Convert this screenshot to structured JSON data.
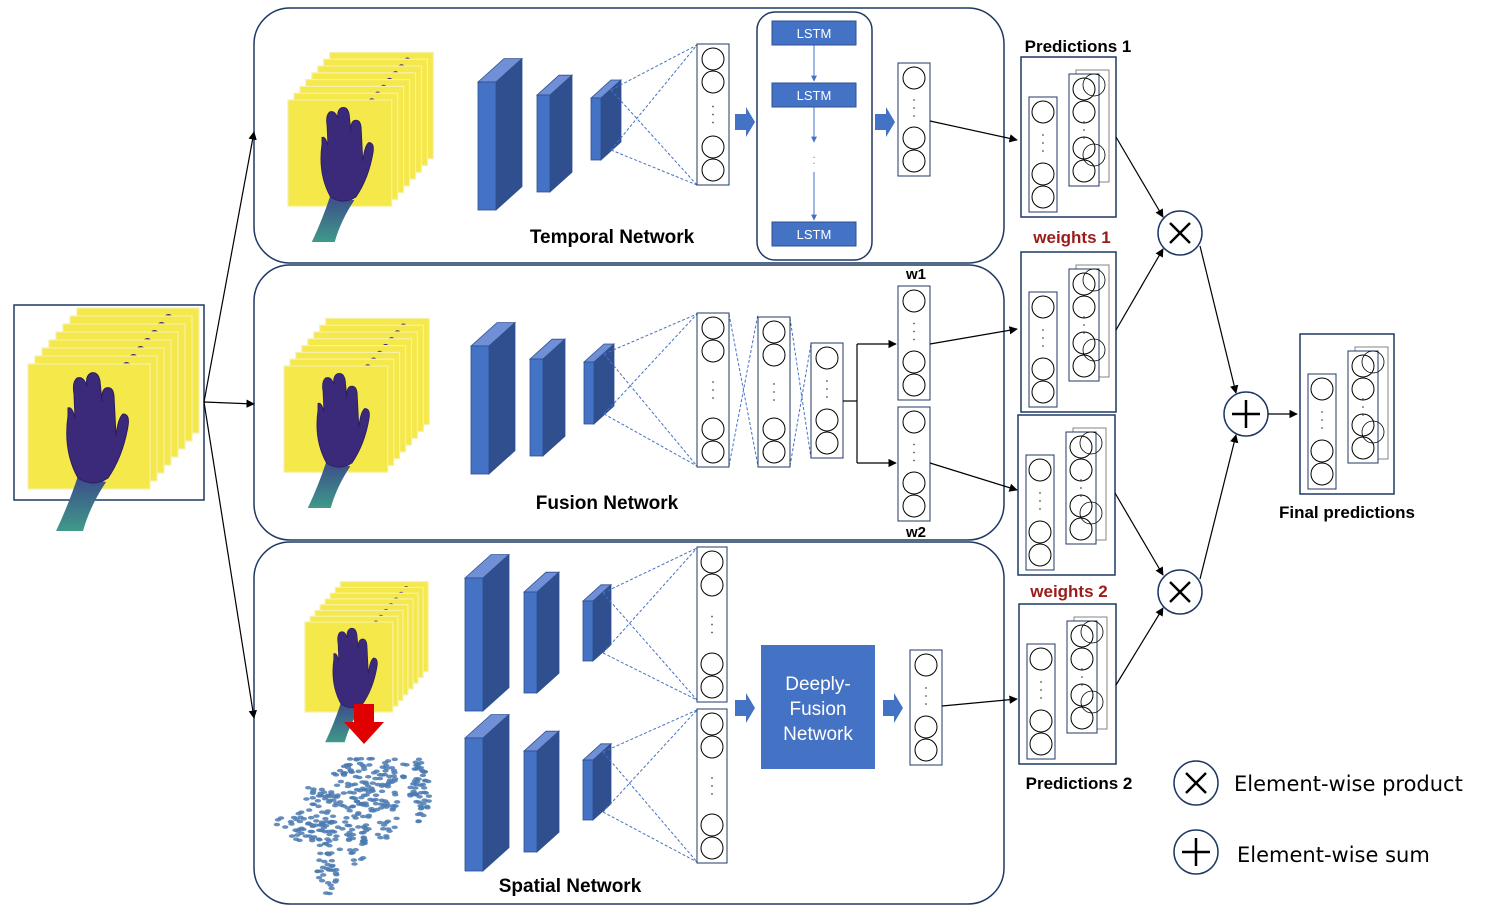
{
  "title": "",
  "networks": {
    "temporal": "Temporal Network",
    "fusion": "Fusion Network",
    "spatial": "Spatial Network"
  },
  "lstm": {
    "label": "LSTM"
  },
  "deeply_fusion": {
    "line1": "Deeply-",
    "line2": "Fusion",
    "line3": "Network"
  },
  "outputs": {
    "predictions1": "Predictions 1",
    "predictions2": "Predictions 2",
    "weights1": "weights 1",
    "weights2": "weights 2",
    "w1": "w1",
    "w2": "w2",
    "final": "Final predictions"
  },
  "legend": {
    "product": "Element-wise product",
    "sum": "Element-wise sum"
  },
  "colors": {
    "panel_border": "#1f3864",
    "layer_blue": "#4472c4",
    "layer_dark": "#2f4f8f",
    "dashed_blue": "#4472c4",
    "frame_yellow": "#f5e84a",
    "hand_purple": "#3b2a7a",
    "highlight_red": "#9b1b1b",
    "arrow_red": "#e00000"
  }
}
